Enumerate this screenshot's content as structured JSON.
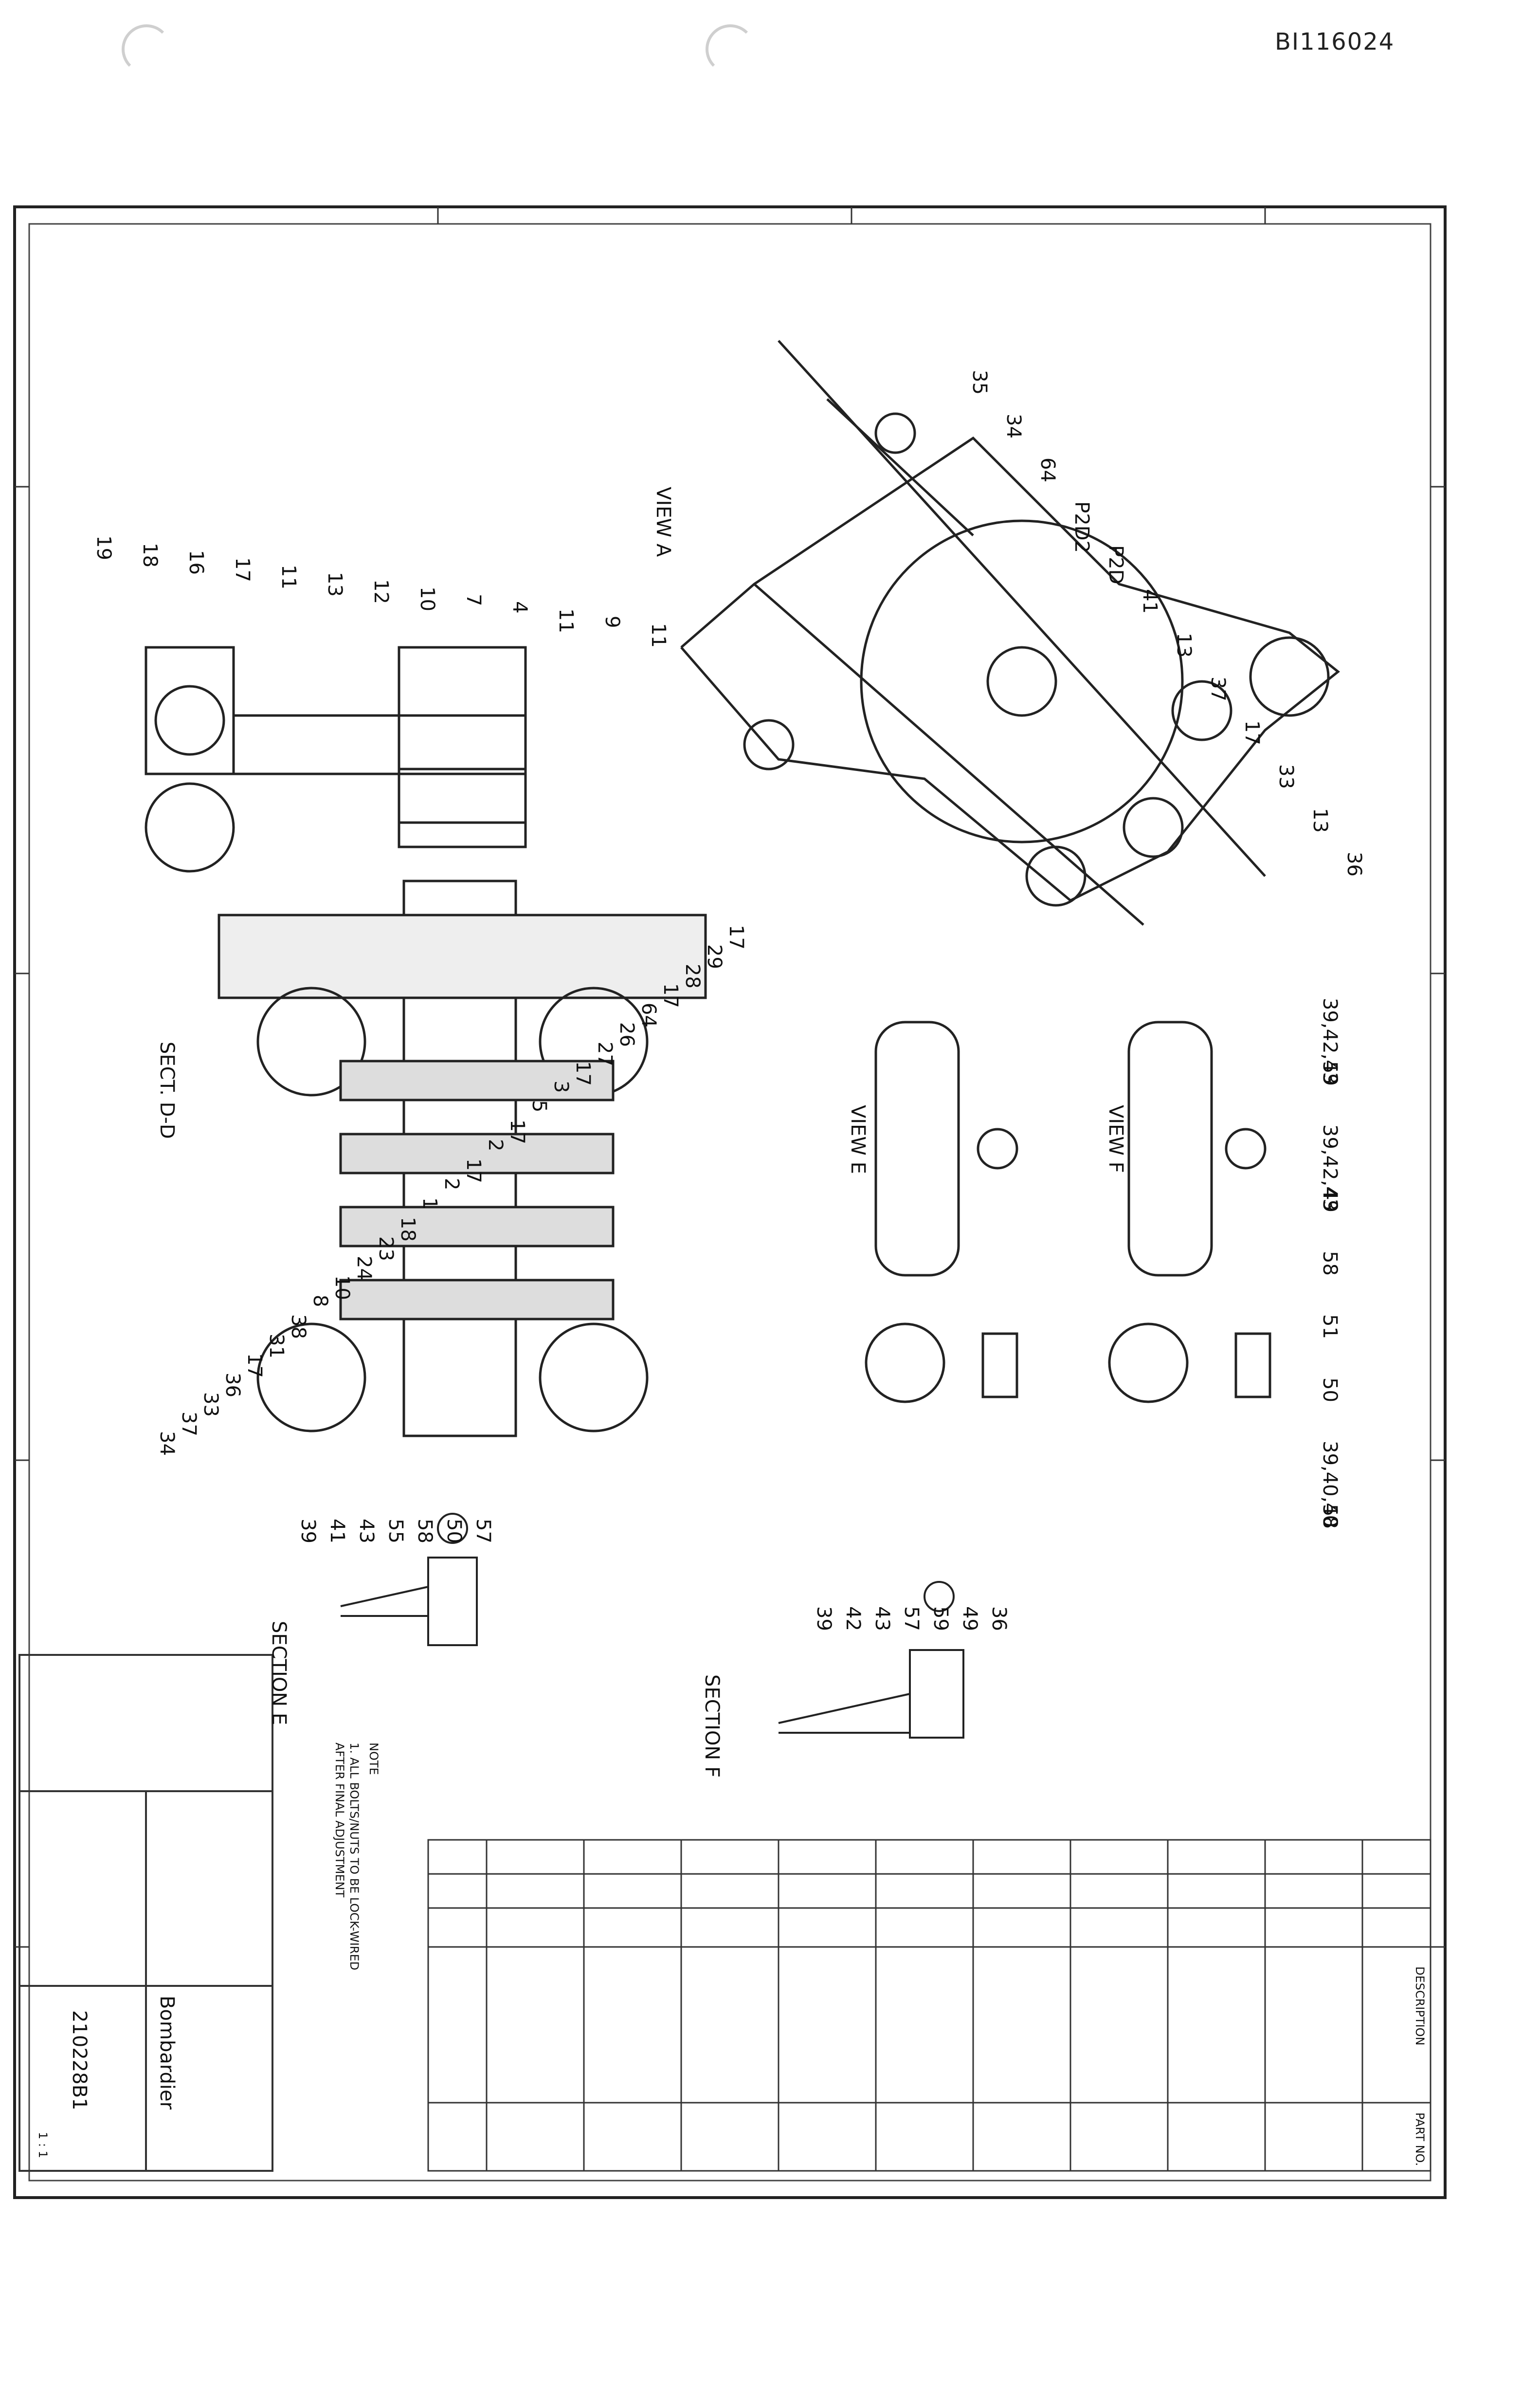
{
  "document": {
    "id": "BI116024"
  },
  "drawing": {
    "views": {
      "view_a": "VIEW A",
      "view_e": "VIEW E",
      "view_f": "VIEW F",
      "section_dd": "SECT. D-D",
      "section_e": "SECTION E",
      "section_f": "SECTION F"
    },
    "notes": {
      "title": "NOTE",
      "line1": "1. ALL BOLTS/NUTS TO BE LOCK-WIRED",
      "line2": "   AFTER FINAL ADJUSTMENT"
    },
    "callouts_top": [
      "35",
      "34",
      "64",
      "P2D2",
      "P2D",
      "41",
      "13",
      "37",
      "17",
      "33",
      "13",
      "36"
    ],
    "callouts_view_a": [
      "19",
      "18",
      "16",
      "17",
      "11",
      "13",
      "12",
      "10",
      "7",
      "4",
      "11",
      "9",
      "11"
    ],
    "callouts_section": [
      "17",
      "29",
      "28",
      "17",
      "64",
      "26",
      "27",
      "17",
      "3",
      "5",
      "17",
      "2",
      "17",
      "2",
      "1",
      "18",
      "23",
      "24",
      "10",
      "8",
      "38",
      "31",
      "17",
      "36",
      "33",
      "37",
      "34"
    ],
    "callouts_view_e": [
      "39,42,43",
      "59",
      "39,42,43",
      "49",
      "58",
      "51",
      "50",
      "39,40,40",
      "58"
    ],
    "callouts_section_e": [
      "39",
      "41",
      "43",
      "55",
      "58",
      "50",
      "57"
    ],
    "callouts_section_f": [
      "39",
      "42",
      "43",
      "57",
      "59",
      "49",
      "36"
    ]
  },
  "title_block": {
    "company": "Bombardier",
    "drawing_no": "210228B1",
    "sheet": "1 : 1"
  },
  "parts_list": {
    "header": "DESCRIPTION",
    "item_col": "PART NO."
  }
}
